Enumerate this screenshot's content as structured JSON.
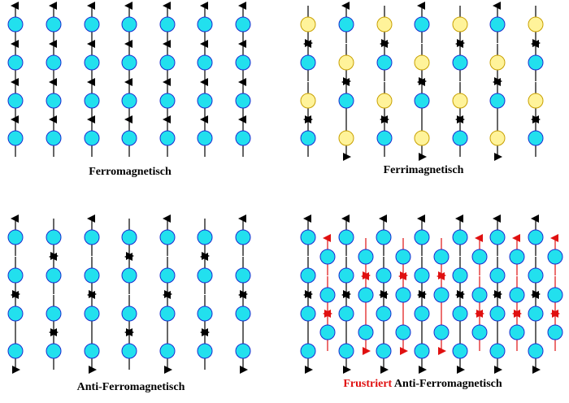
{
  "captions": {
    "ferro": "Ferromagnetisch",
    "ferri": "Ferrimagnetisch",
    "anti": "Anti-Ferromagnetisch",
    "frustrated_highlight": "Frustriert",
    "frustrated_rest": " Anti-Ferromagnetisch"
  },
  "colors": {
    "atom_primary": "#22e0ee",
    "atom_secondary": "#fff39a",
    "secondary_stroke": "#c8a000",
    "spin_arrow": "#000000",
    "frustrated_arrow": "#e01010",
    "outline": "#1a2bd0"
  },
  "lattices": [
    {
      "name": "ferro",
      "type": "square",
      "spins": [
        [
          1,
          1,
          1,
          1,
          1,
          1,
          1
        ],
        [
          1,
          1,
          1,
          1,
          1,
          1,
          1
        ],
        [
          1,
          1,
          1,
          1,
          1,
          1,
          1
        ],
        [
          1,
          1,
          1,
          1,
          1,
          1,
          1
        ]
      ],
      "kinds": [
        [
          0,
          0,
          0,
          0,
          0,
          0,
          0
        ],
        [
          0,
          0,
          0,
          0,
          0,
          0,
          0
        ],
        [
          0,
          0,
          0,
          0,
          0,
          0,
          0
        ],
        [
          0,
          0,
          0,
          0,
          0,
          0,
          0
        ]
      ]
    },
    {
      "name": "ferri",
      "type": "square",
      "spins": [
        [
          -1,
          1,
          -1,
          1,
          -1,
          1,
          -1
        ],
        [
          1,
          -1,
          1,
          -1,
          1,
          -1,
          1
        ],
        [
          -1,
          1,
          -1,
          1,
          -1,
          1,
          -1
        ],
        [
          1,
          -1,
          1,
          -1,
          1,
          -1,
          1
        ]
      ],
      "kinds": [
        [
          1,
          0,
          1,
          0,
          1,
          0,
          1
        ],
        [
          0,
          1,
          0,
          1,
          0,
          1,
          0
        ],
        [
          1,
          0,
          1,
          0,
          1,
          0,
          1
        ],
        [
          0,
          1,
          0,
          1,
          0,
          1,
          0
        ]
      ]
    },
    {
      "name": "anti",
      "type": "square",
      "spins": [
        [
          1,
          -1,
          1,
          -1,
          1,
          -1,
          1
        ],
        [
          -1,
          1,
          -1,
          1,
          -1,
          1,
          -1
        ],
        [
          1,
          -1,
          1,
          -1,
          1,
          -1,
          1
        ],
        [
          -1,
          1,
          -1,
          1,
          -1,
          1,
          -1
        ]
      ],
      "kinds": [
        [
          0,
          0,
          0,
          0,
          0,
          0,
          0
        ],
        [
          0,
          0,
          0,
          0,
          0,
          0,
          0
        ],
        [
          0,
          0,
          0,
          0,
          0,
          0,
          0
        ],
        [
          0,
          0,
          0,
          0,
          0,
          0,
          0
        ]
      ]
    },
    {
      "name": "frustrated",
      "type": "triangular",
      "primary_spins": [
        [
          1,
          1,
          1,
          1,
          1,
          1,
          1
        ],
        [
          -1,
          -1,
          -1,
          -1,
          -1,
          -1,
          -1
        ],
        [
          1,
          1,
          1,
          1,
          1,
          1,
          1
        ],
        [
          -1,
          -1,
          -1,
          -1,
          -1,
          -1,
          -1
        ]
      ],
      "secondary_spins": [
        [
          1,
          -1,
          -1,
          -1,
          1,
          1,
          1
        ],
        [
          -1,
          1,
          1,
          1,
          -1,
          -1,
          -1
        ],
        [
          1,
          -1,
          -1,
          -1,
          1,
          1,
          1
        ]
      ]
    }
  ]
}
